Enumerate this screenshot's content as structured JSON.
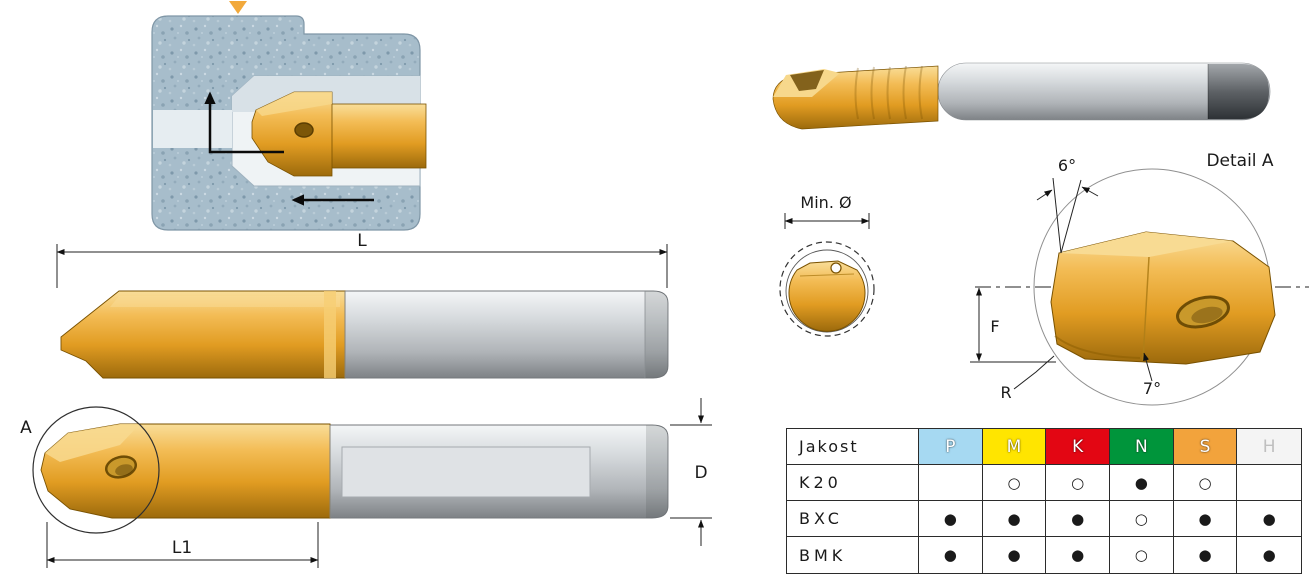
{
  "annotations": {
    "length_total": "L",
    "length_cut": "L1",
    "diameter": "D",
    "detail_ref": "A",
    "min_bore": "Min. Ø",
    "detail_title": "Detail A",
    "angle_front": "6°",
    "angle_back": "7°",
    "height": "F",
    "radius": "R"
  },
  "colors": {
    "gold": "#EDAF3E",
    "gold_light": "#F8D98F",
    "gold_dark": "#A8700F",
    "silver": "#C9CDD1",
    "workpiece_blue": "#A7BDCB",
    "col_P": "#A6D9F2",
    "col_M": "#FFE500",
    "col_K": "#E30613",
    "col_N": "#00953B",
    "col_S": "#F2A33C",
    "col_H": "#F4F4F4"
  },
  "table": {
    "header_label": "Jakost",
    "columns": [
      {
        "label": "P",
        "color": "#A6D9F2"
      },
      {
        "label": "M",
        "color": "#FFE500"
      },
      {
        "label": "K",
        "color": "#E30613"
      },
      {
        "label": "N",
        "color": "#00953B"
      },
      {
        "label": "S",
        "color": "#F2A33C"
      },
      {
        "label": "H",
        "color": "#F4F4F4"
      }
    ],
    "rows": [
      {
        "label": "K20",
        "cells": [
          "",
          "○",
          "○",
          "●",
          "○",
          ""
        ]
      },
      {
        "label": "BXC",
        "cells": [
          "●",
          "●",
          "●",
          "○",
          "●",
          "●"
        ]
      },
      {
        "label": "BMK",
        "cells": [
          "●",
          "●",
          "●",
          "○",
          "●",
          "●"
        ]
      }
    ]
  }
}
